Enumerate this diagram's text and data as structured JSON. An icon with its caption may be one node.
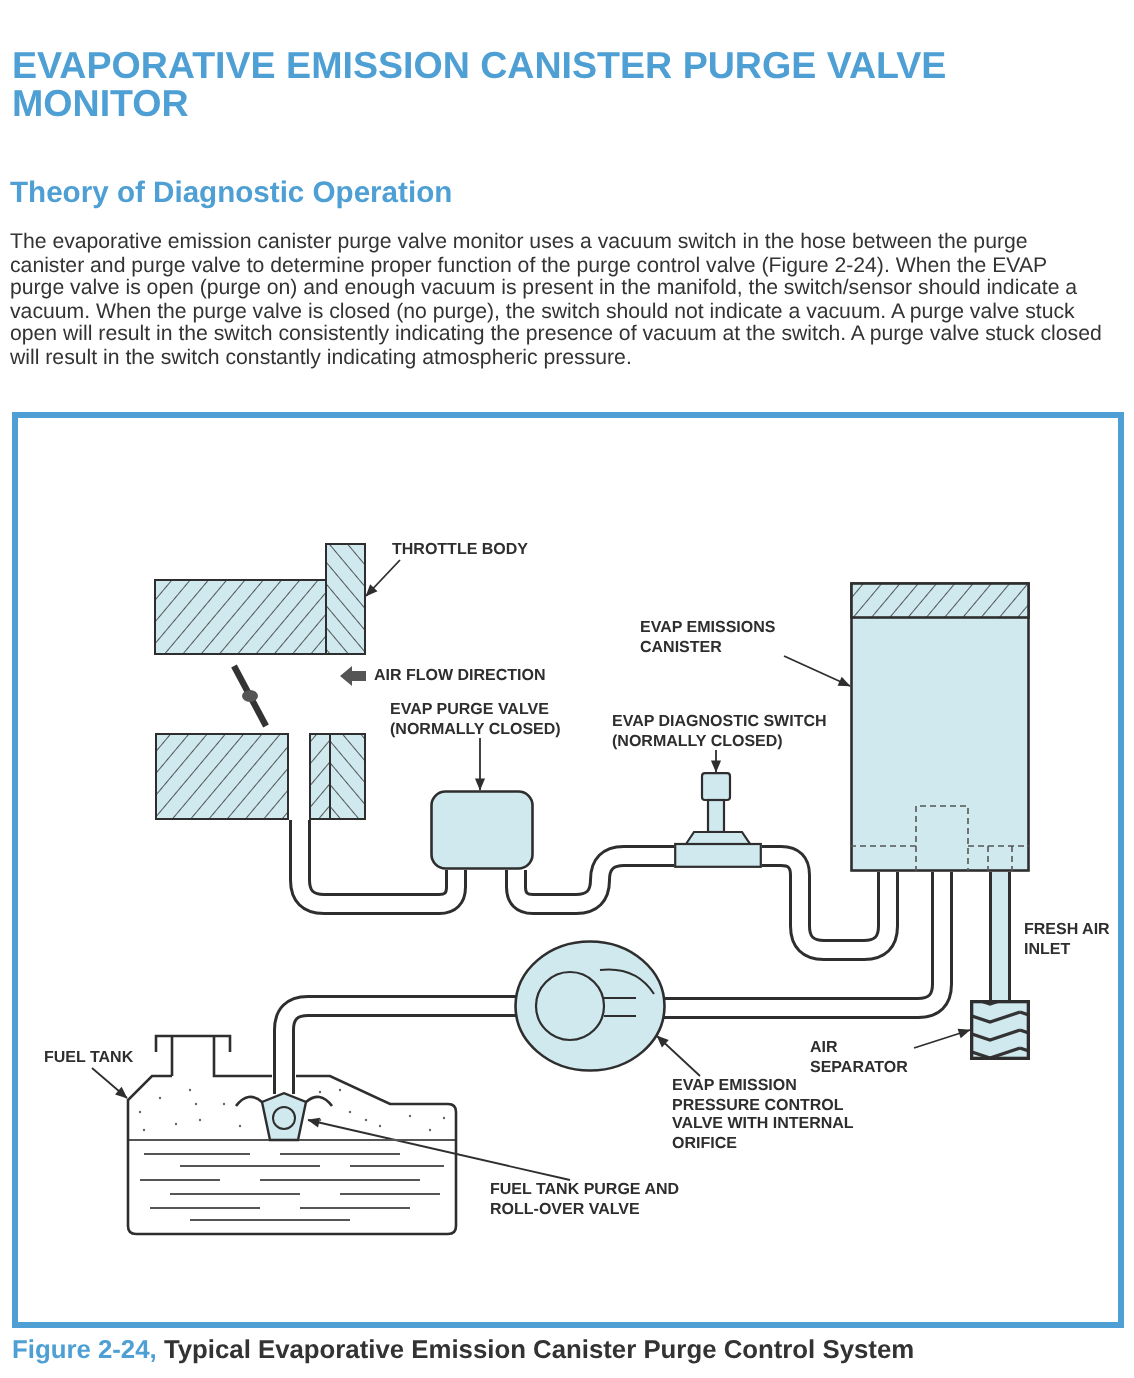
{
  "diagram": {
    "title": "EVAPORATIVE EMISSION CANISTER PURGE VALVE MONITOR",
    "caption": "Figure 2-24, Typical Evaporative Emission Canister Purge Control System",
    "nodes": [
      {
        "text": [
          "THROTTLE BODY"
        ]
      },
      {
        "text": [],
        "shape": "picture"
      },
      {
        "text": [
          "EVAP EMISSIONS CANISTER"
        ]
      },
      {
        "text": [],
        "shape": "box"
      },
      {
        "text": [
          "EVAP PURGE VALVE (NORMALLY CLOSED)"
        ]
      },
      {
        "text": [
          "EVAP DIAGNOSTIC SWITCH (NORMALLY CLOSED)"
        ]
      },
      {
        "text": [],
        "shape": "box"
      },
      {
        "text": [],
        "shape": "picture"
      },
      {
        "text": [],
        "shape": "box"
      },
      {
        "text": [
          "AIR SEPARATOR"
        ]
      },
      {
        "text": [],
        "shape": "circle"
      },
      {
        "text": [
          "FUEL TANK"
        ]
      },
      {
        "text": [],
        "shape": "picture"
      },
      {
        "text": [],
        "shape": "picture",
        "in": 12
      },
      {
        "text": [
          "EVAP EMISSION PRESSURE CONTROL VALVE WITH INTERNAL ORIFICE"
        ]
      },
      {
        "text": [
          "FUEL TANK PURGE AND ROLL-OVER VALVE"
        ]
      }
    ],
    "edges": [
      {
        "from": 0,
        "to": 1,
        "arrow": "to"
      },
      {
        "from": 2,
        "to": 3,
        "arrow": "to"
      },
      {
        "from": 4,
        "to": 6,
        "arrow": "to"
      },
      {
        "from": 5,
        "to": 7,
        "arrow": "to"
      },
      {
        "from": 9,
        "to": 8,
        "arrow": "to"
      },
      {
        "from": 14,
        "to": 10,
        "arrow": "to"
      },
      {
        "from": 11,
        "to": 12,
        "arrow": "to"
      },
      {
        "from": 15,
        "to": 13,
        "arrow": "to"
      },
      {
        "from": 1,
        "to": 6,
        "arrow": "none",
        "style": "thick"
      },
      {
        "from": 6,
        "to": 7,
        "arrow": "none",
        "style": "thick"
      },
      {
        "from": 7,
        "to": 3,
        "arrow": "none",
        "style": "thick"
      },
      {
        "from": 3,
        "to": 10,
        "arrow": "none",
        "style": "thick"
      },
      {
        "from": 10,
        "to": 13,
        "arrow": "none",
        "style": "thick"
      },
      {
        "from": 3,
        "to": 8,
        "arrow": "none",
        "style": "thick"
      }
    ],
    "labels": [
      "Theory of Diagnostic Operation",
      "The evaporative emission canister purge valve monitor uses a vacuum switch in the hose between the purge canister and purge valve to determine proper function of the purge control valve (Figure 2-24). When the EVAP purge valve is open (purge on) and enough vacuum is present in the manifold, the switch/sensor should indicate a vacuum. When the purge valve is closed (no purge), the switch should not indicate a vacuum. A purge valve stuck open will result in the switch consistently indicating the presence of vacuum at the switch. A purge valve stuck closed will result in the switch constantly indicating atmospheric pressure.",
      "AIR FLOW DIRECTION",
      "FRESH AIR INLET"
    ]
  }
}
